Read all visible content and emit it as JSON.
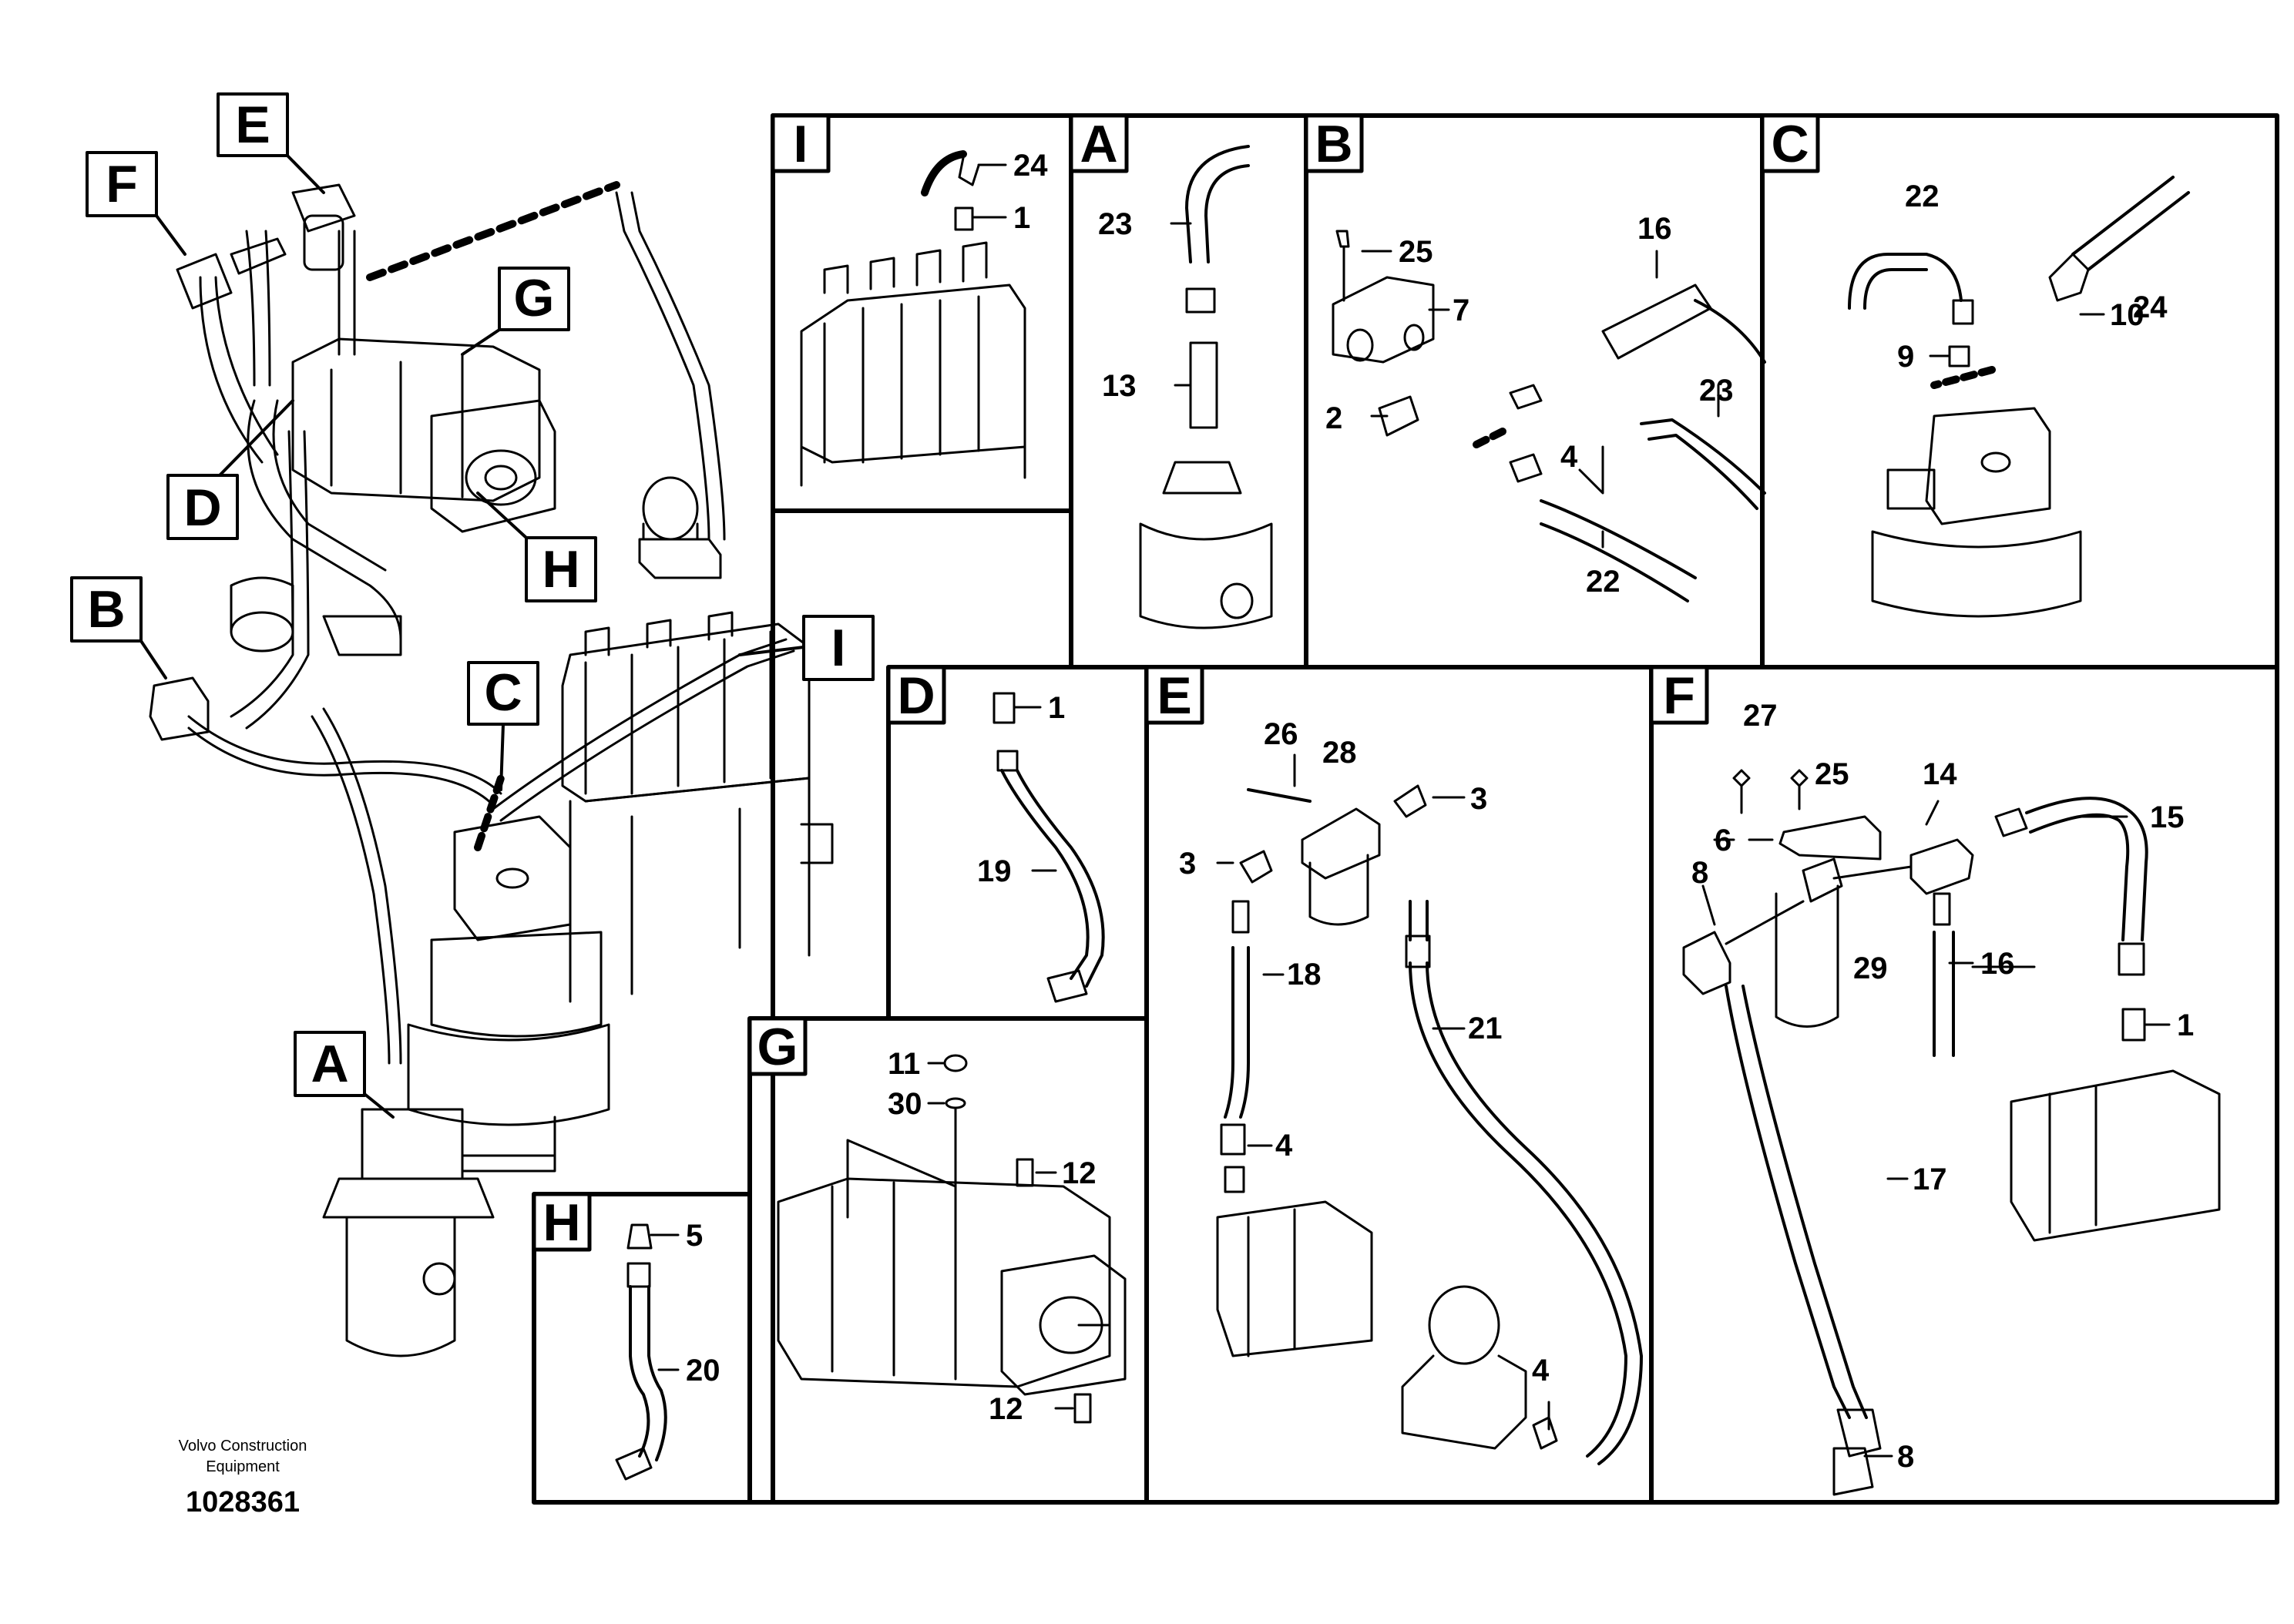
{
  "overview": {
    "callouts": {
      "E": "E",
      "F": "F",
      "G": "G",
      "D": "D",
      "H": "H",
      "B": "B",
      "C": "C",
      "I": "I",
      "A": "A"
    }
  },
  "panels": {
    "I": {
      "letter": "I",
      "parts": [
        "24",
        "1"
      ]
    },
    "A": {
      "letter": "A",
      "parts": [
        "23",
        "13"
      ]
    },
    "B": {
      "letter": "B",
      "parts": [
        "25",
        "16",
        "7",
        "23",
        "2",
        "4",
        "22"
      ]
    },
    "C": {
      "letter": "C",
      "parts": [
        "22",
        "24",
        "10",
        "9"
      ]
    },
    "D": {
      "letter": "D",
      "parts": [
        "1",
        "19"
      ]
    },
    "E": {
      "letter": "E",
      "parts": [
        "26",
        "28",
        "3",
        "3",
        "18",
        "21",
        "4",
        "4"
      ]
    },
    "F": {
      "letter": "F",
      "parts": [
        "27",
        "25",
        "14",
        "15",
        "6",
        "8",
        "29",
        "16",
        "1",
        "17",
        "8"
      ]
    },
    "G": {
      "letter": "G",
      "parts": [
        "11",
        "30",
        "12",
        "12"
      ]
    },
    "H": {
      "letter": "H",
      "parts": [
        "5",
        "20"
      ]
    }
  },
  "footer": {
    "company_line1": "Volvo Construction",
    "company_line2": "Equipment",
    "drawing_number": "1028361"
  }
}
